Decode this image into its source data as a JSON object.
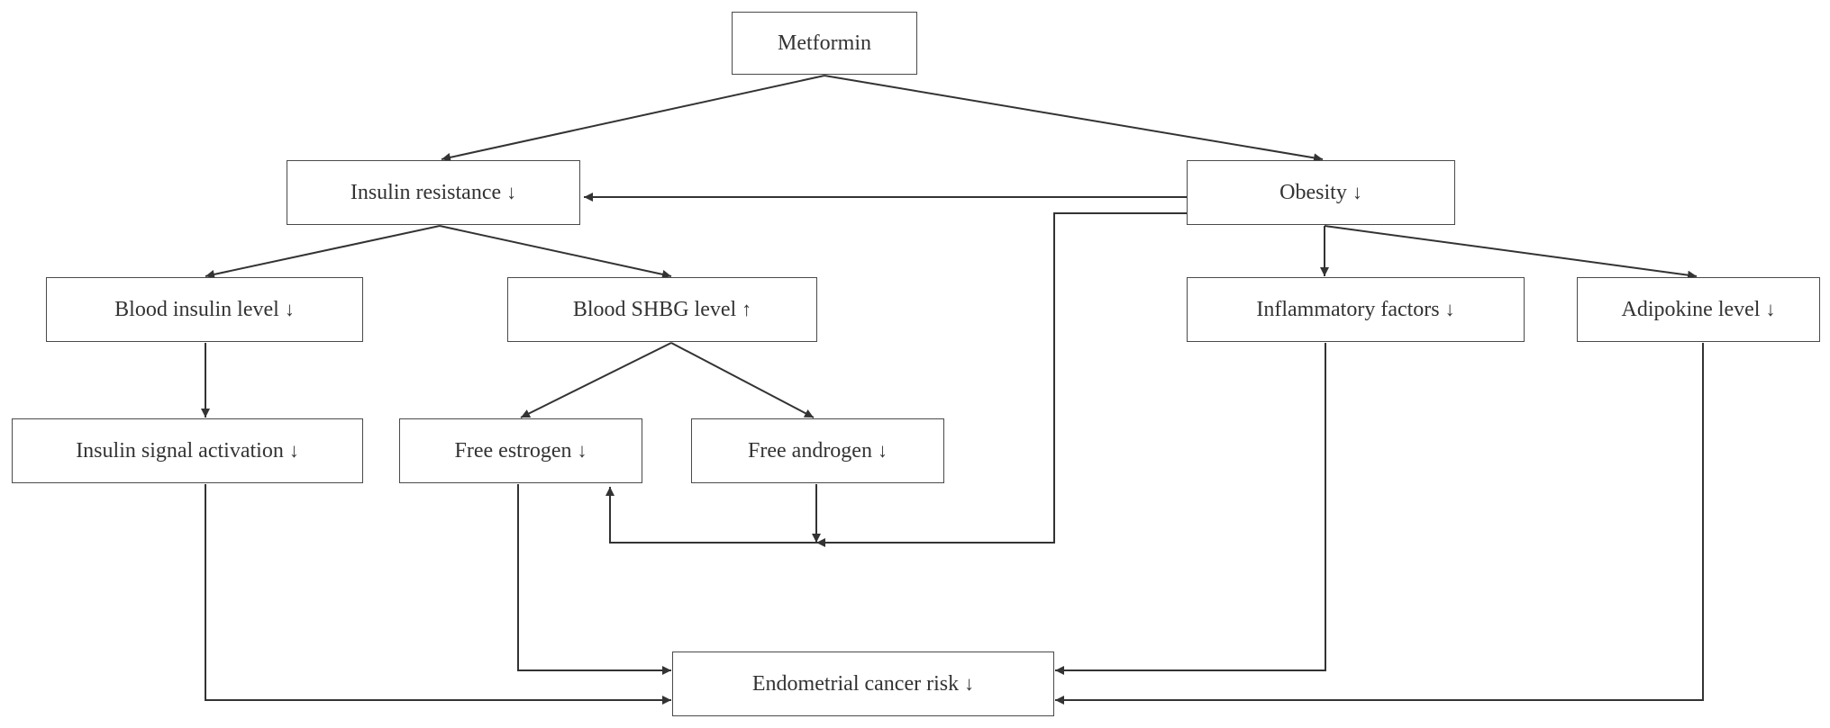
{
  "nodes": {
    "metformin": {
      "label": "Metformin",
      "arrow": ""
    },
    "insulin_resistance": {
      "label": "Insulin resistance",
      "arrow": "↓"
    },
    "obesity": {
      "label": "Obesity",
      "arrow": "↓"
    },
    "blood_insulin": {
      "label": "Blood insulin level",
      "arrow": "↓"
    },
    "blood_shbg": {
      "label": "Blood SHBG level",
      "arrow": "↑"
    },
    "inflammatory": {
      "label": "Inflammatory factors",
      "arrow": "↓"
    },
    "adipokine": {
      "label": "Adipokine level",
      "arrow": "↓"
    },
    "insulin_signal": {
      "label": "Insulin signal activation",
      "arrow": "↓"
    },
    "free_estrogen": {
      "label": "Free estrogen",
      "arrow": "↓"
    },
    "free_androgen": {
      "label": "Free androgen",
      "arrow": "↓"
    },
    "endometrial": {
      "label": "Endometrial cancer risk",
      "arrow": "↓"
    }
  },
  "edges": [
    {
      "from": "metformin",
      "to": "insulin_resistance"
    },
    {
      "from": "metformin",
      "to": "obesity"
    },
    {
      "from": "obesity",
      "to": "insulin_resistance"
    },
    {
      "from": "insulin_resistance",
      "to": "blood_insulin"
    },
    {
      "from": "insulin_resistance",
      "to": "blood_shbg"
    },
    {
      "from": "obesity",
      "to": "inflammatory"
    },
    {
      "from": "obesity",
      "to": "adipokine"
    },
    {
      "from": "obesity",
      "to": "free_estrogen"
    },
    {
      "from": "obesity",
      "to": "free_androgen"
    },
    {
      "from": "blood_insulin",
      "to": "insulin_signal"
    },
    {
      "from": "blood_shbg",
      "to": "free_estrogen"
    },
    {
      "from": "blood_shbg",
      "to": "free_androgen"
    },
    {
      "from": "insulin_signal",
      "to": "endometrial"
    },
    {
      "from": "free_estrogen",
      "to": "endometrial"
    },
    {
      "from": "inflammatory",
      "to": "endometrial"
    },
    {
      "from": "adipokine",
      "to": "endometrial"
    }
  ],
  "colors": {
    "line": "#333333",
    "border": "#4a4a4a",
    "text": "#333333",
    "background": "#ffffff"
  }
}
